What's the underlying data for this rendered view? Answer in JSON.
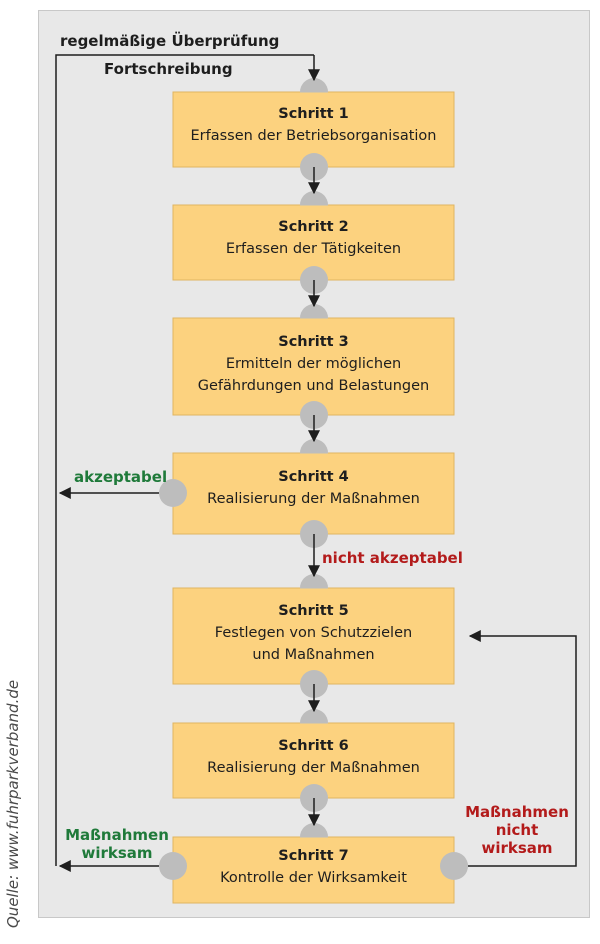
{
  "source": "Quelle: www.fuhrparkverband.de",
  "top_labels": {
    "review": "regelmäßige Überprüfung",
    "update": "Fortschreibung"
  },
  "steps": [
    {
      "title": "Schritt 1",
      "line1": "Erfassen der Betriebsorganisation",
      "line2": ""
    },
    {
      "title": "Schritt 2",
      "line1": "Erfassen der Tätigkeiten",
      "line2": ""
    },
    {
      "title": "Schritt 3",
      "line1": "Ermitteln der möglichen",
      "line2": "Gefährdungen und Belastungen"
    },
    {
      "title": "Schritt 4",
      "line1": "Realisierung der Maßnahmen",
      "line2": ""
    },
    {
      "title": "Schritt 5",
      "line1": "Festlegen von Schutzzielen",
      "line2": "und Maßnahmen"
    },
    {
      "title": "Schritt 6",
      "line1": "Realisierung der Maßnahmen",
      "line2": ""
    },
    {
      "title": "Schritt 7",
      "line1": "Kontrolle der Wirksamkeit",
      "line2": ""
    }
  ],
  "decisions": {
    "acceptable": "akzeptabel",
    "not_acceptable": "nicht akzeptabel",
    "effective_line1": "Maßnahmen",
    "effective_line2": "wirksam",
    "ineffective_line1": "Maßnahmen",
    "ineffective_line2": "nicht",
    "ineffective_line3": "wirksam"
  },
  "colors": {
    "panel": "#e8e8e8",
    "box_fill": "#fcd27f",
    "box_border": "#e0b560",
    "connector_gray": "#bdbdbd",
    "arrow": "#1e1e1e",
    "positive": "#1f7a3a",
    "negative": "#b31b1b"
  }
}
